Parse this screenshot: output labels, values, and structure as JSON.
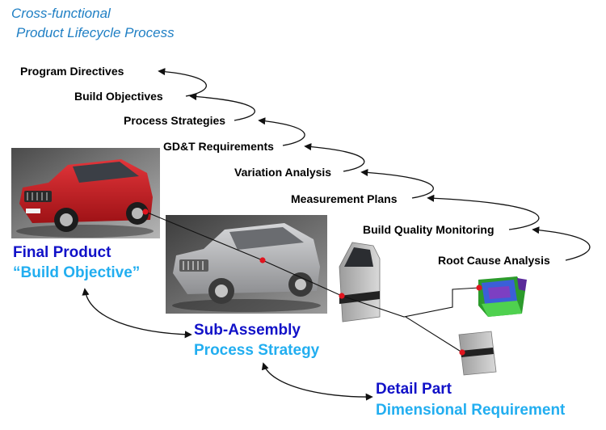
{
  "title": {
    "line1": "Cross-functional",
    "line2": "Product Lifecycle Process"
  },
  "steps": [
    "Program Directives",
    "Build Objectives",
    "Process  Strategies",
    "GD&T Requirements",
    "Variation Analysis",
    "Measurement Plans",
    "Build Quality Monitoring",
    "Root Cause Analysis"
  ],
  "levels": {
    "final_product": {
      "name": "Final Product",
      "role": "“Build Objective”"
    },
    "sub_assembly": {
      "name": "Sub-Assembly",
      "role": "Process Strategy"
    },
    "detail_part": {
      "name": "Detail Part",
      "role": "Dimensional Requirement"
    }
  },
  "colors": {
    "title": "#1f7fc4",
    "level_name": "#1111c8",
    "level_role": "#22aef0",
    "link_dot": "#e0141e",
    "car_red": "#c81e22",
    "car_gray": "#b7b8ba"
  }
}
